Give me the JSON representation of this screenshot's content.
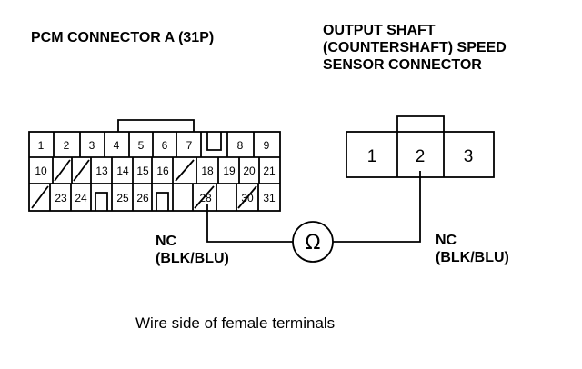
{
  "pcm_connector": {
    "title": "PCM CONNECTOR A (31P)",
    "pins": {
      "row1": [
        "1",
        "2",
        "3",
        "4",
        "5",
        "6",
        "7",
        "",
        "8",
        "9"
      ],
      "row2": [
        "10",
        "",
        "",
        "13",
        "14",
        "15",
        "16",
        "",
        "18",
        "19",
        "20",
        "21"
      ],
      "row3": [
        "",
        "23",
        "24",
        "",
        "25",
        "26",
        "",
        "",
        "28",
        "",
        "30",
        "31"
      ]
    }
  },
  "sensor_connector": {
    "title_lines": [
      "OUTPUT SHAFT",
      "(COUNTERSHAFT) SPEED",
      "SENSOR CONNECTOR"
    ],
    "pins": [
      "1",
      "2",
      "3"
    ]
  },
  "left_wire": {
    "state": "NC",
    "color": "(BLK/BLU)"
  },
  "right_wire": {
    "state": "NC",
    "color": "(BLK/BLU)"
  },
  "meter_symbol": "Ω",
  "caption": "Wire side of female terminals"
}
